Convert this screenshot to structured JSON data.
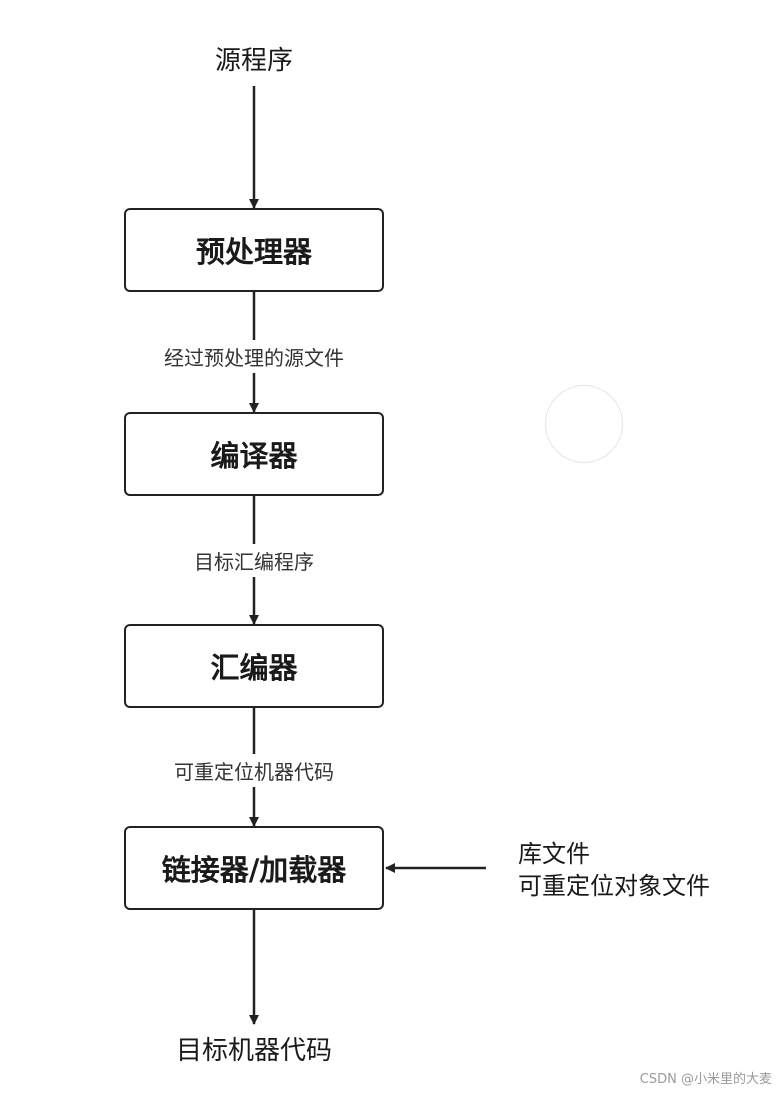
{
  "diagram": {
    "input_label": "源程序",
    "output_label": "目标机器代码",
    "nodes": [
      {
        "id": "preprocessor",
        "label": "预处理器"
      },
      {
        "id": "compiler",
        "label": "编译器"
      },
      {
        "id": "assembler",
        "label": "汇编器"
      },
      {
        "id": "linker_loader",
        "label": "链接器/加载器"
      }
    ],
    "edges": [
      {
        "from": "source",
        "to": "preprocessor",
        "label": ""
      },
      {
        "from": "preprocessor",
        "to": "compiler",
        "label": "经过预处理的源文件"
      },
      {
        "from": "compiler",
        "to": "assembler",
        "label": "目标汇编程序"
      },
      {
        "from": "assembler",
        "to": "linker_loader",
        "label": "可重定位机器代码"
      },
      {
        "from": "linker_loader",
        "to": "output",
        "label": ""
      },
      {
        "from": "side_input",
        "to": "linker_loader",
        "label": ""
      }
    ],
    "side_input": {
      "line1": "库文件",
      "line2": "可重定位对象文件"
    },
    "watermark": "CSDN @小米里的大麦"
  },
  "colors": {
    "line": "#222222",
    "box_border": "#222222",
    "text": "#1a1a1a",
    "label_text": "#333333",
    "watermark": "#9a9a9a"
  }
}
